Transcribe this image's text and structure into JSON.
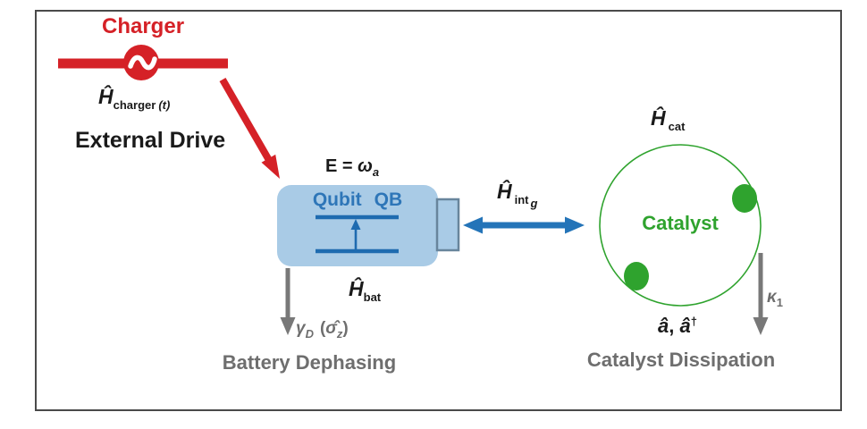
{
  "colors": {
    "red": "#d52127",
    "blue_arrow": "#2474b8",
    "blue_text": "#2e76b8",
    "blue_levels": "#1e6bb0",
    "battery_fill": "#a9cbe6",
    "terminal_stroke": "#68859c",
    "green": "#2fa32e",
    "gray": "#787878",
    "gray_label": "#6e6e6e",
    "black_text": "#1a1a1a",
    "frame_border": "#4a4a4a",
    "background": "#ffffff"
  },
  "icons": {
    "ac_source": "ac-source-icon (circle with ~ tilde glyph)"
  },
  "charger": {
    "title": "Charger",
    "external_drive_label": "External Drive",
    "hamiltonian": {
      "main": "Ĥ",
      "sub": "charger",
      "arg": "(t)"
    }
  },
  "battery": {
    "energy": {
      "lhs": "E",
      "eq": "=",
      "omega": "ω",
      "sub": "a"
    },
    "label_word1": "Qubit",
    "label_word2": "QB",
    "hamiltonian": {
      "main": "Ĥ",
      "sub": "bat"
    },
    "dephasing_math": {
      "gamma": "γ",
      "gamma_sub": "D",
      "open": "(",
      "sigma": "σ̂",
      "sigma_sub": "z",
      "close": ")"
    },
    "dephasing_label": "Battery Dephasing"
  },
  "interaction": {
    "hamiltonian": {
      "main": "Ĥ",
      "sub": "int",
      "coupling": "g"
    }
  },
  "catalyst": {
    "hamiltonian": {
      "main": "Ĥ",
      "sub": "cat"
    },
    "label": "Catalyst",
    "kappa": {
      "main": "κ",
      "sub": "1"
    },
    "operators": {
      "a1": "â",
      "sep": ", ",
      "a2": "â",
      "dagger": "†"
    },
    "dissipation_label": "Catalyst Dissipation"
  }
}
